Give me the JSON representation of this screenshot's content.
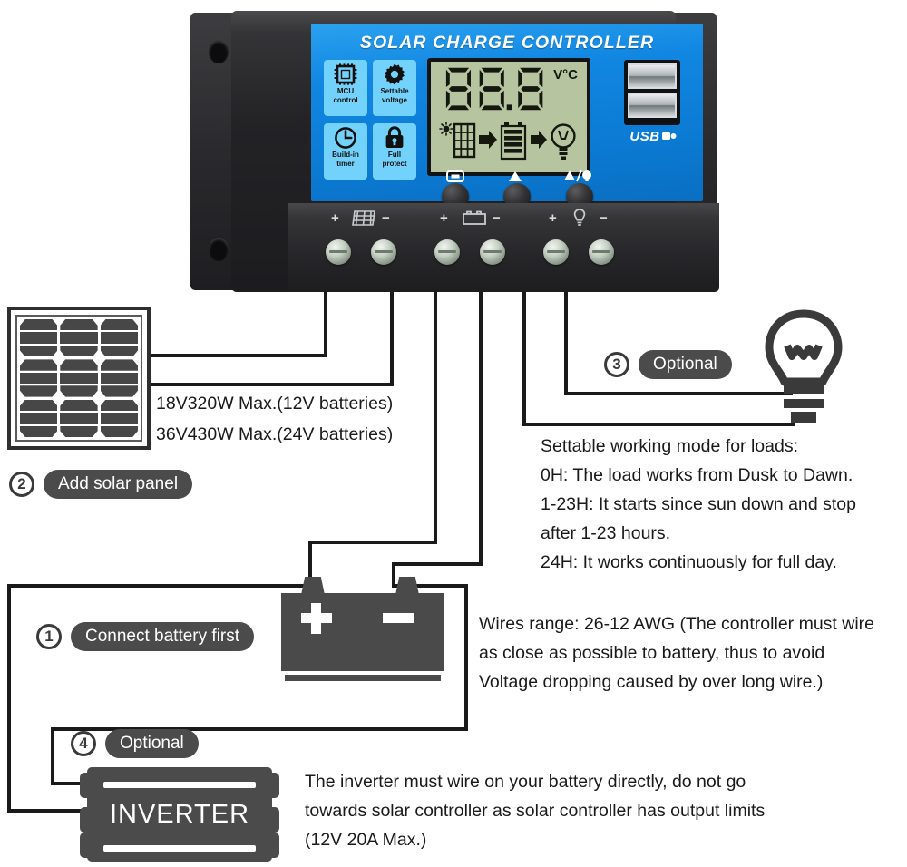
{
  "device": {
    "title": "SOLAR CHARGE CONTROLLER",
    "features": [
      {
        "icon": "mcu-chip-icon",
        "line1": "MCU",
        "line2": "control"
      },
      {
        "icon": "gear-icon",
        "line1": "Settable",
        "line2": "voltage"
      },
      {
        "icon": "clock-icon",
        "line1": "Build-in",
        "line2": "timer"
      },
      {
        "icon": "padlock-icon",
        "line1": "Full",
        "line2": "protect"
      }
    ],
    "lcd": {
      "value": "88.8",
      "unit": "V°C",
      "flow_icons": [
        "solar-panel-icon",
        "arrow-right-icon",
        "battery-icon",
        "arrow-right-icon",
        "light-bulb-icon"
      ]
    },
    "buttons": [
      {
        "name": "menu-display-button",
        "glyph": "display"
      },
      {
        "name": "up-button",
        "glyph": "up"
      },
      {
        "name": "up-load-button",
        "glyph": "up-bulb"
      }
    ],
    "usb": {
      "label": "USB",
      "ports": 2
    },
    "terminals": [
      {
        "name": "solar-positive",
        "mark": "+"
      },
      {
        "name": "solar-icon",
        "mark": "panel"
      },
      {
        "name": "solar-negative",
        "mark": "−"
      },
      {
        "name": "battery-positive",
        "mark": "+"
      },
      {
        "name": "battery-icon",
        "mark": "battery"
      },
      {
        "name": "battery-negative",
        "mark": "−"
      },
      {
        "name": "load-positive",
        "mark": "+"
      },
      {
        "name": "load-icon",
        "mark": "bulb"
      },
      {
        "name": "load-negative",
        "mark": "−"
      }
    ],
    "colors": {
      "face_blue": "#1187e2",
      "tile_blue": "#72d2fb",
      "lcd_green": "#b7c4a0",
      "casing": "#26262a"
    }
  },
  "steps": {
    "battery": {
      "number": "1",
      "label": "Connect battery first"
    },
    "solar": {
      "number": "2",
      "label": "Add solar panel"
    },
    "load": {
      "number": "3",
      "label": "Optional"
    },
    "inverter": {
      "number": "4",
      "label": "Optional"
    }
  },
  "solar_specs": {
    "line1": "18V320W Max.(12V batteries)",
    "line2": "36V430W Max.(24V batteries)"
  },
  "load_modes": {
    "heading": "Settable working mode for loads:",
    "line1": "0H: The load works from Dusk to Dawn.",
    "line2": "1-23H: It starts since sun down and stop",
    "line3": "after 1-23 hours.",
    "line4": "24H: It works continuously for full day."
  },
  "wires_note": {
    "line1": "Wires range: 26-12 AWG (The controller must wire",
    "line2": "as close as possible to battery, thus to avoid",
    "line3": "Voltage dropping caused by over long wire.)"
  },
  "inverter_note": {
    "label": "INVERTER",
    "line1": "The inverter must wire on your battery directly, do not go",
    "line2": "towards solar controller as solar controller has output limits",
    "line3": "(12V 20A Max.)"
  },
  "battery_graphic": {
    "positive": "+",
    "negative": "−"
  }
}
